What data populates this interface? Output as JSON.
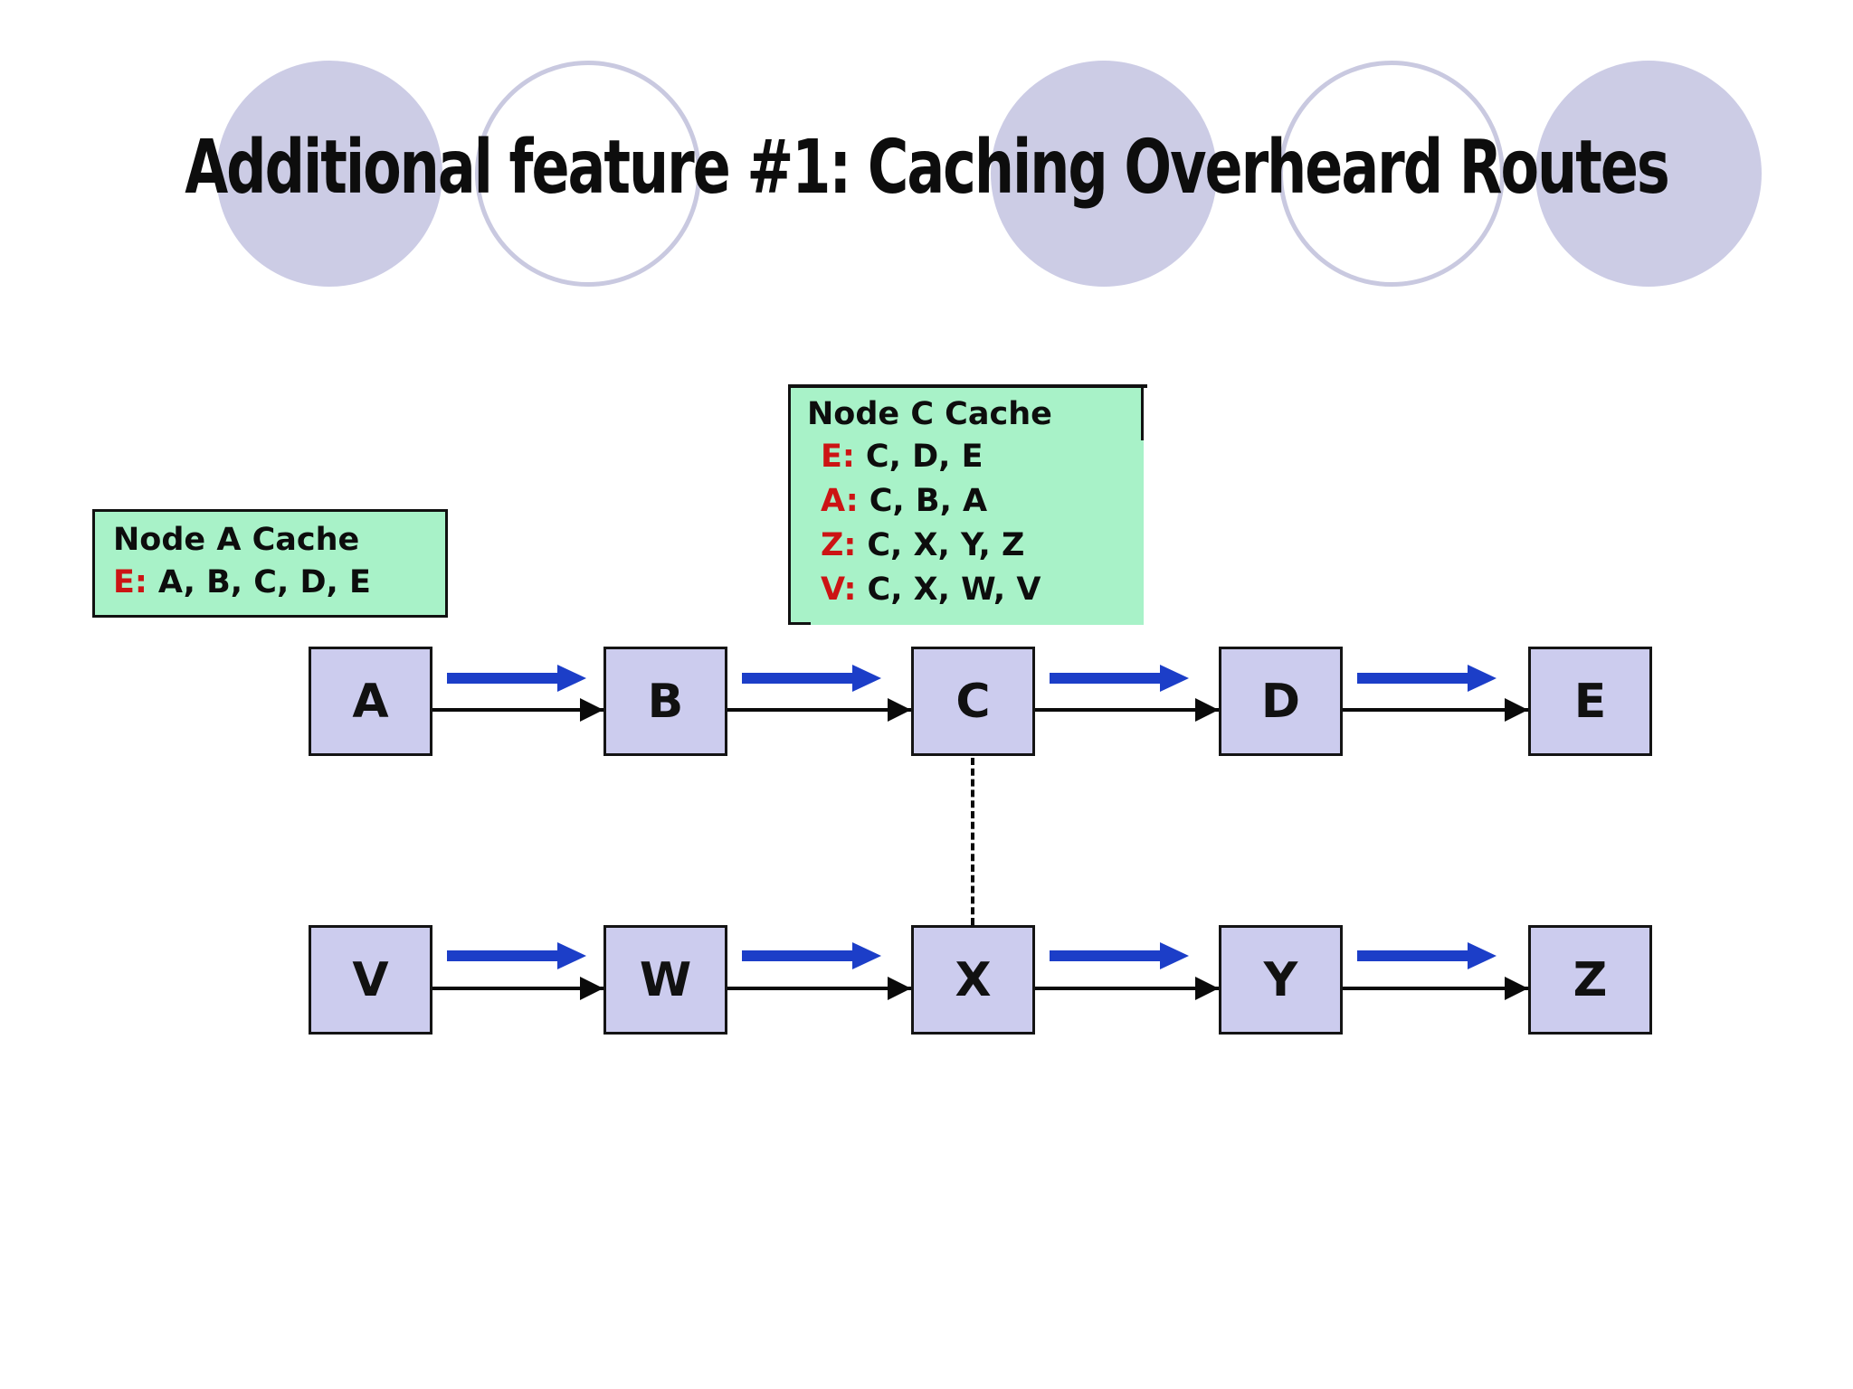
{
  "slide": {
    "title": "Additional feature #1: Caching Overheard Routes"
  },
  "cache_boxes": [
    {
      "title": "Node A Cache",
      "entries": [
        {
          "key": "E:",
          "route": "A, B, C, D, E"
        }
      ]
    },
    {
      "title": "Node C Cache",
      "entries": [
        {
          "key": "E:",
          "route": "C, D, E"
        },
        {
          "key": "A:",
          "route": "C, B, A"
        },
        {
          "key": "Z:",
          "route": "C, X, Y, Z"
        },
        {
          "key": "V:",
          "route": "C, X, W, V"
        }
      ]
    }
  ],
  "diagram": {
    "rows": [
      {
        "nodes": [
          "A",
          "B",
          "C",
          "D",
          "E"
        ]
      },
      {
        "nodes": [
          "V",
          "W",
          "X",
          "Y",
          "Z"
        ]
      }
    ],
    "links": {
      "forward_link_color": "#0a0a0a",
      "overheard_route_color": "#1c3ec8",
      "overhear_link_style": "dashed"
    }
  },
  "colors": {
    "background": "#ffffff",
    "cache_fill": "#a8f2c8",
    "cache_key_red": "#cc1414",
    "node_fill": "#ccccee",
    "node_border": "#141414",
    "circle_fill": "#cccce5",
    "circle_outline": "#c9c9e0",
    "title_text": "#0d0d0d"
  }
}
